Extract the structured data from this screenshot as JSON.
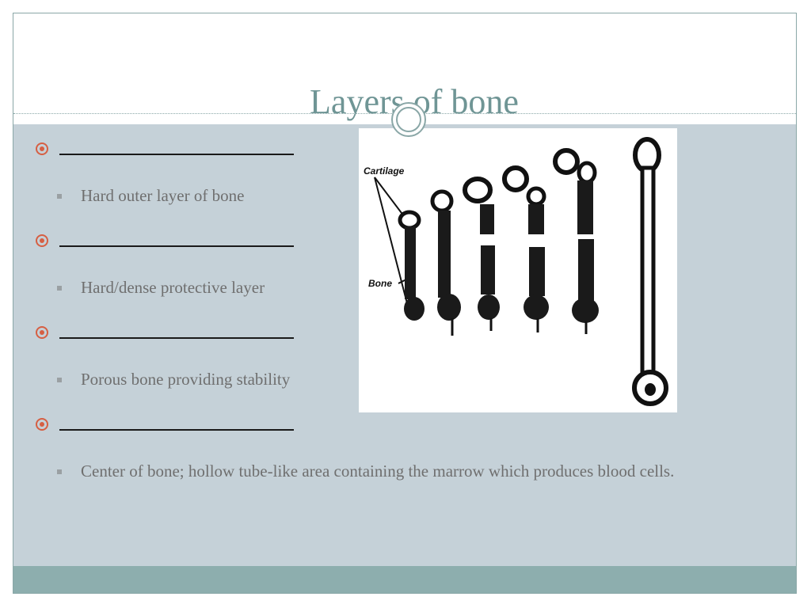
{
  "slide": {
    "title": "Layers of bone",
    "bullets": [
      {
        "blank": "",
        "detail": "Hard outer layer of bone"
      },
      {
        "blank": "",
        "detail": "Hard/dense protective layer"
      },
      {
        "blank": "",
        "detail": "Porous bone providing stability"
      },
      {
        "blank": "",
        "detail": "Center of bone; hollow tube-like area containing the marrow which produces blood cells."
      }
    ],
    "figure": {
      "labels": {
        "cartilage": "Cartilage",
        "bone": "Bone"
      }
    }
  },
  "colors": {
    "title": "#6f9595",
    "content_background": "#c5d1d8",
    "footer": "#8daeae",
    "bullet_accent": "#d65f43",
    "detail_text": "#6f6f6f"
  }
}
